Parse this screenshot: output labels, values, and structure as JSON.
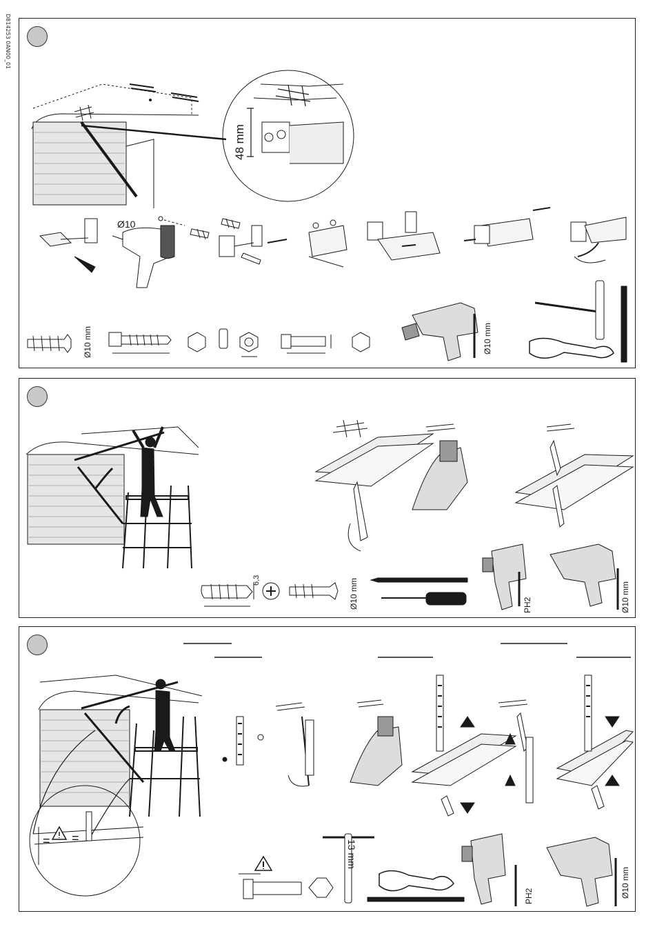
{
  "document": {
    "code": "D814253 0AN00_01"
  },
  "panel1": {
    "measure_48": "48 mm",
    "drill_diameter": "Ø10",
    "plug_diameter": "Ø10 mm",
    "drillbit_diameter": "Ø10 mm"
  },
  "panel2": {
    "screw_size": "6,3",
    "plug_diameter": "Ø10 mm",
    "bit_type": "PH2",
    "drillbit_diameter": "Ø10 mm"
  },
  "panel3": {
    "wrench_size": "13 mm",
    "bit_type": "PH2",
    "drillbit_diameter": "Ø10 mm"
  },
  "colors": {
    "step_circle": "#c8c8c8",
    "line": "#1a1a1a",
    "door_fill": "#e6e6e6"
  }
}
